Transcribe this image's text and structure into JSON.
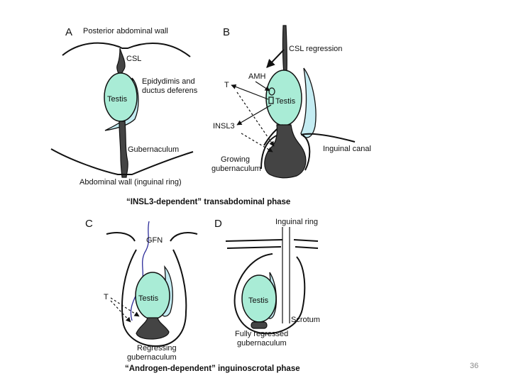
{
  "panel_a": {
    "letter": "A",
    "posterior_wall": "Posterior abdominal wall",
    "csl": "CSL",
    "epididymis_1": "Epidydimis and",
    "epididymis_2": "ductus deferens",
    "testis": "Testis",
    "gubernaculum": "Gubernaculum",
    "abdominal_wall": "Abdominal wall (inguinal ring)"
  },
  "panel_b": {
    "letter": "B",
    "csl_regression": "CSL regression",
    "amh": "AMH",
    "t": "T",
    "testis": "Testis",
    "insl3": "INSL3",
    "inguinal_canal": "Inguinal canal",
    "growing_1": "Growing",
    "growing_2": "gubernaculum"
  },
  "phase_top": "“INSL3-dependent” transabdominal phase",
  "panel_c": {
    "letter": "C",
    "gfn": "GFN",
    "t": "T",
    "testis": "Testis",
    "regressing_1": "Regressing",
    "regressing_2": "gubernaculum"
  },
  "panel_d": {
    "letter": "D",
    "inguinal_ring": "Inguinal ring",
    "testis": "Testis",
    "scrotum": "Scrotum",
    "fully_1": "Fully regressed",
    "fully_2": "gubernaculum"
  },
  "phase_bottom": "“Androgen-dependent” inguinoscrotal phase",
  "slide_number": "36",
  "colors": {
    "testis": "#a9ecd6",
    "epididymis": "#c4ecf2",
    "gubernaculum": "#444444",
    "nerve": "#2b2b99"
  }
}
